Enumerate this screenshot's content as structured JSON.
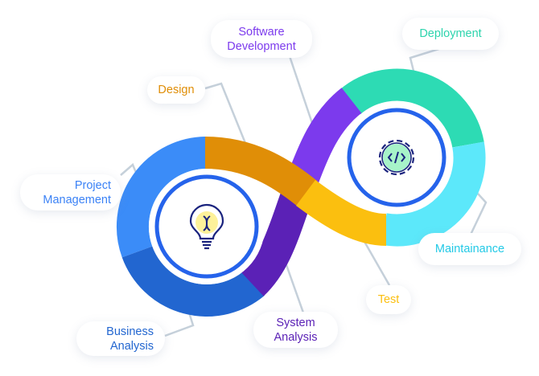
{
  "stages": [
    {
      "key": "software",
      "label_line1": "Software",
      "label_line2": "Development",
      "color": "#7c3aed"
    },
    {
      "key": "deployment",
      "label_line1": "Deployment",
      "color": "#2dd4ad"
    },
    {
      "key": "design",
      "label_line1": "Design",
      "color": "#e08e07"
    },
    {
      "key": "project",
      "label_line1": "Project",
      "label_line2": "Management",
      "color": "#3b82f6"
    },
    {
      "key": "maintainance",
      "label_line1": "Maintainance",
      "color": "#22c9e6"
    },
    {
      "key": "test",
      "label_line1": "Test",
      "color": "#fbbf0f"
    },
    {
      "key": "system",
      "label_line1": "System",
      "label_line2": "Analysis",
      "color": "#5b21b6"
    },
    {
      "key": "business",
      "label_line1": "Business",
      "label_line2": "Analysis",
      "color": "#2266d0"
    }
  ],
  "icons": {
    "left": "lightbulb-icon",
    "right": "gear-code-icon"
  }
}
